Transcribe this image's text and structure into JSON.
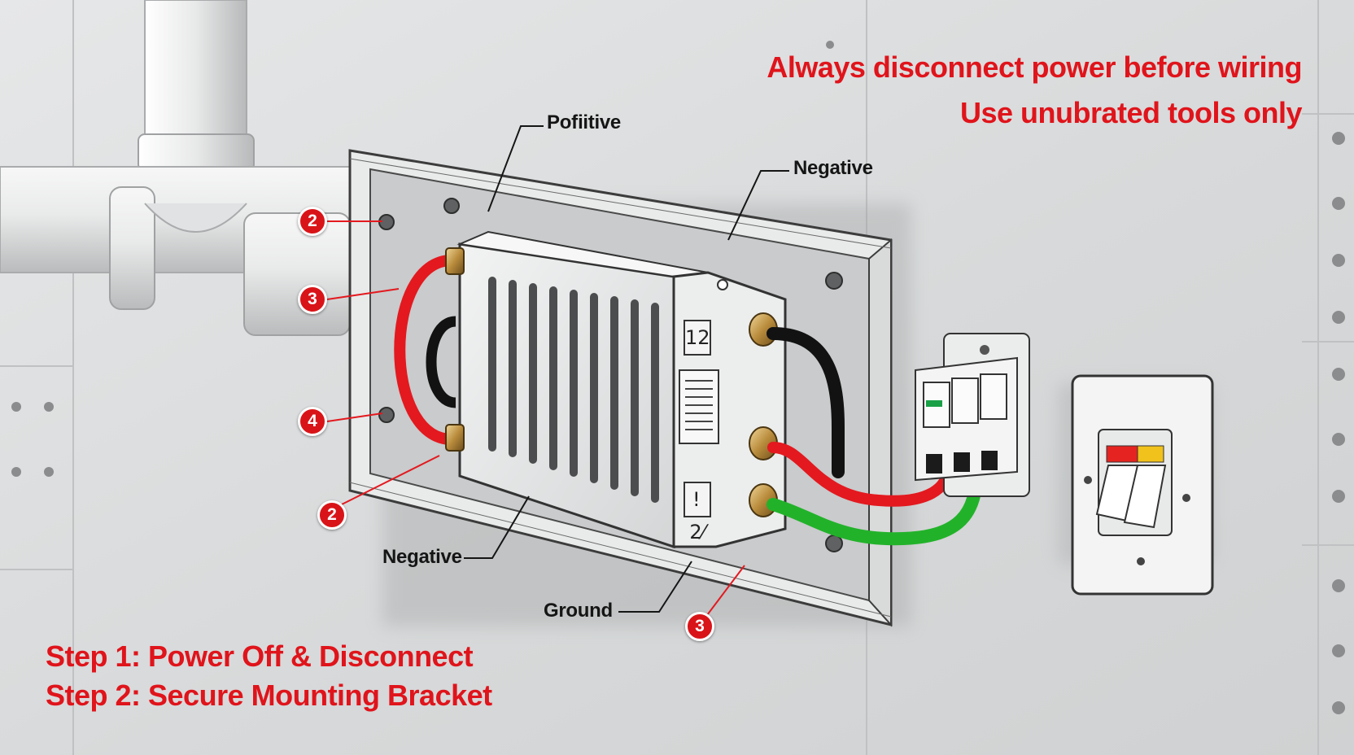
{
  "warnings": {
    "line1": "Always disconnect power before wiring",
    "line2": "Use unubrated tools only"
  },
  "steps": {
    "step1": "Step 1: Power Off & Disconnect",
    "step2": "Step 2: Secure Mounting Bracket"
  },
  "callouts": {
    "positive": "Poﬁitive",
    "negative_top": "Negative",
    "negative_bottom": "Negative",
    "ground": "Ground"
  },
  "badges": [
    "2",
    "3",
    "4",
    "2",
    "3"
  ],
  "terminal_tags": {
    "upper": "12",
    "lower": "! 2⁄"
  },
  "colors": {
    "warning_red": "#e0141b",
    "badge_red": "#d91418",
    "positive_wire": "#e3191f",
    "negative_wire": "#121212",
    "ground_wire": "#22b22a",
    "switch_red": "#e52320",
    "switch_yellow": "#f1c21b",
    "breaker_green": "#1aa047"
  }
}
